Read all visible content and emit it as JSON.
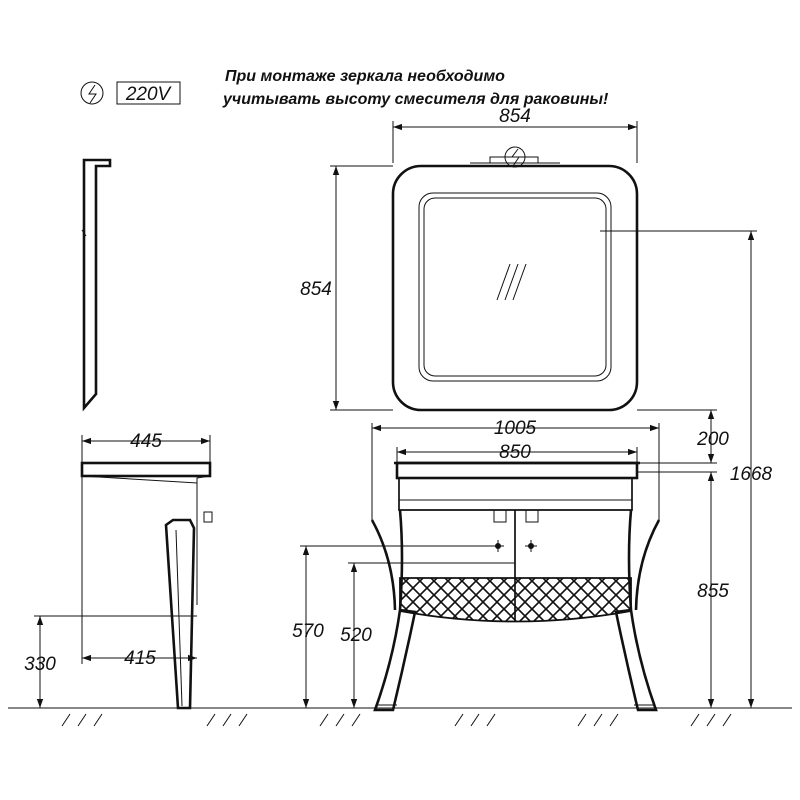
{
  "header": {
    "power_label": "220V",
    "note_line1": "При монтаже зеркала необходимо",
    "note_line2": "учитывать высоту смесителя для раковины!"
  },
  "dimensions": {
    "mirror_width": "854",
    "mirror_height": "854",
    "total_width": "1005",
    "basin_width": "850",
    "gap_above_basin": "200",
    "total_height": "1668",
    "vanity_height": "855",
    "depth_top": "445",
    "depth_bottom": "415",
    "height_330": "330",
    "height_570": "570",
    "height_520": "520"
  }
}
